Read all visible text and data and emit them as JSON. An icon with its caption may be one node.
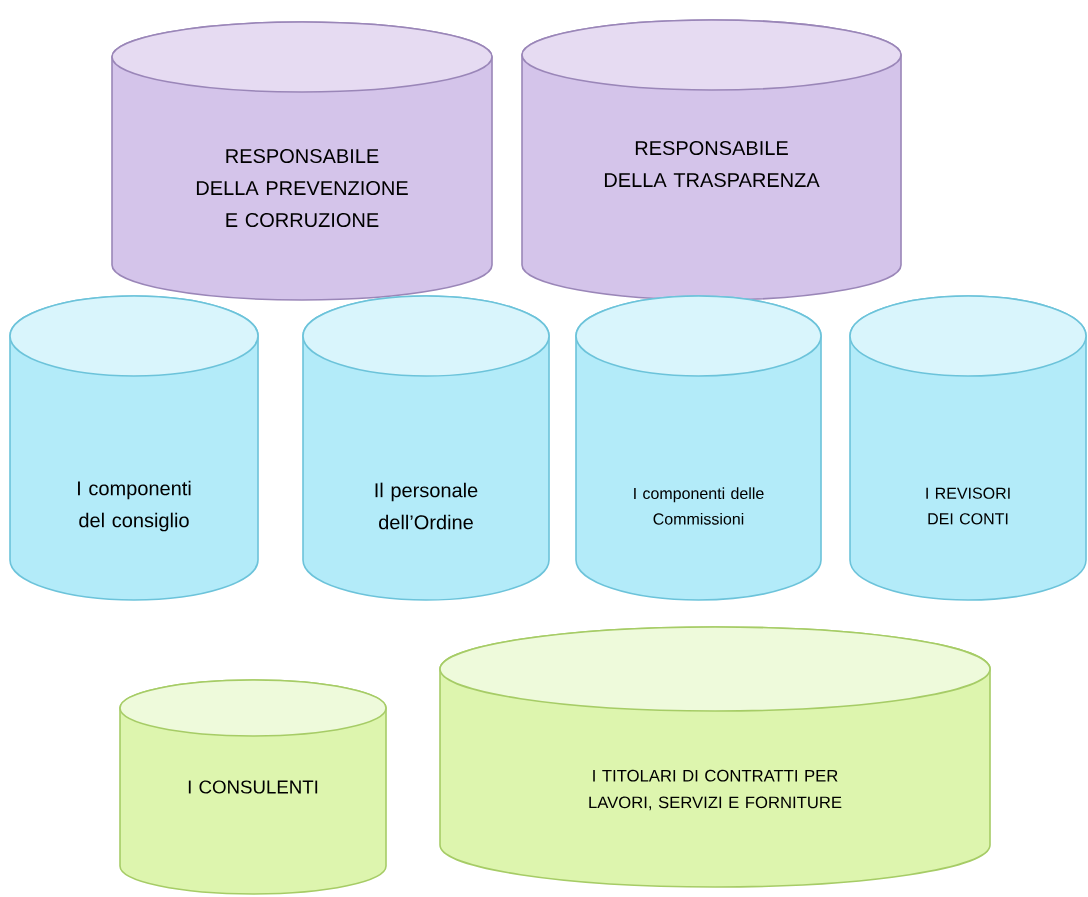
{
  "diagram": {
    "nodes": [
      {
        "text": [
          "RESPONSABILE DELLA PREVENZIONE E CORRUZIONE"
        ]
      },
      {
        "text": [
          "RESPONSABILE DELLA TRASPARENZA"
        ]
      },
      {
        "text": [
          "I componenti del consiglio"
        ]
      },
      {
        "text": [
          "Il personale dell’Ordine"
        ]
      },
      {
        "text": [
          "I componenti delle Commissioni"
        ]
      },
      {
        "text": [
          "I REVISORI DEI CONTI"
        ]
      },
      {
        "text": [
          "I CONSULENTI"
        ]
      },
      {
        "text": [
          "I TITOLARI DI CONTRATTI PER LAVORI, SERVIZI E FORNITURE"
        ]
      }
    ]
  }
}
